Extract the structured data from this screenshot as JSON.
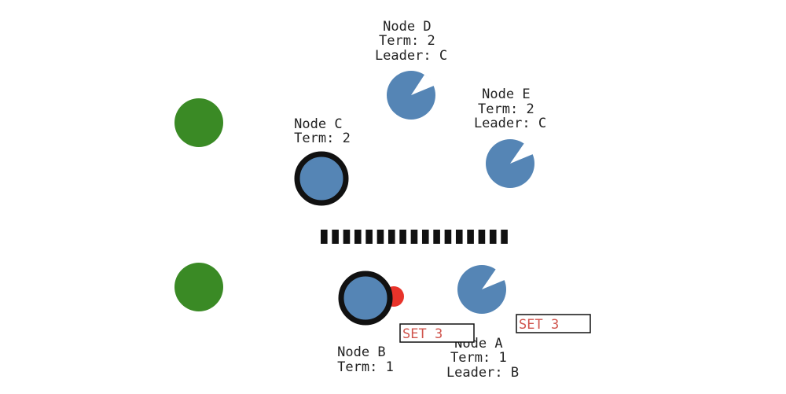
{
  "colors": {
    "node_fill": "#5585b5",
    "node_outline": "#111111",
    "client_fill": "#3a8a25",
    "message_fill": "#e8332a",
    "partition_fill": "#111111",
    "command_text": "#d0544d",
    "command_border": "#111111",
    "label_text": "#222222"
  },
  "partition": {
    "style": "dashed-wall",
    "segments": 17
  },
  "clients": [
    {
      "id": "client-top"
    },
    {
      "id": "client-bottom"
    }
  ],
  "nodes": [
    {
      "id": "d",
      "role": "follower",
      "lines": [
        "Node D",
        "Term: 2",
        "Leader: C"
      ]
    },
    {
      "id": "e",
      "role": "follower",
      "lines": [
        "Node E",
        "Term: 2",
        "Leader: C"
      ]
    },
    {
      "id": "c",
      "role": "leader",
      "lines": [
        "Node C",
        "Term: 2"
      ]
    },
    {
      "id": "b",
      "role": "leader",
      "lines": [
        "Node B",
        "Term: 1"
      ]
    },
    {
      "id": "a",
      "role": "follower",
      "lines": [
        "Node A",
        "Term: 1",
        "Leader: B"
      ]
    }
  ],
  "commands": [
    {
      "id": "b",
      "text": "SET 3"
    },
    {
      "id": "a",
      "text": "SET 3"
    }
  ]
}
